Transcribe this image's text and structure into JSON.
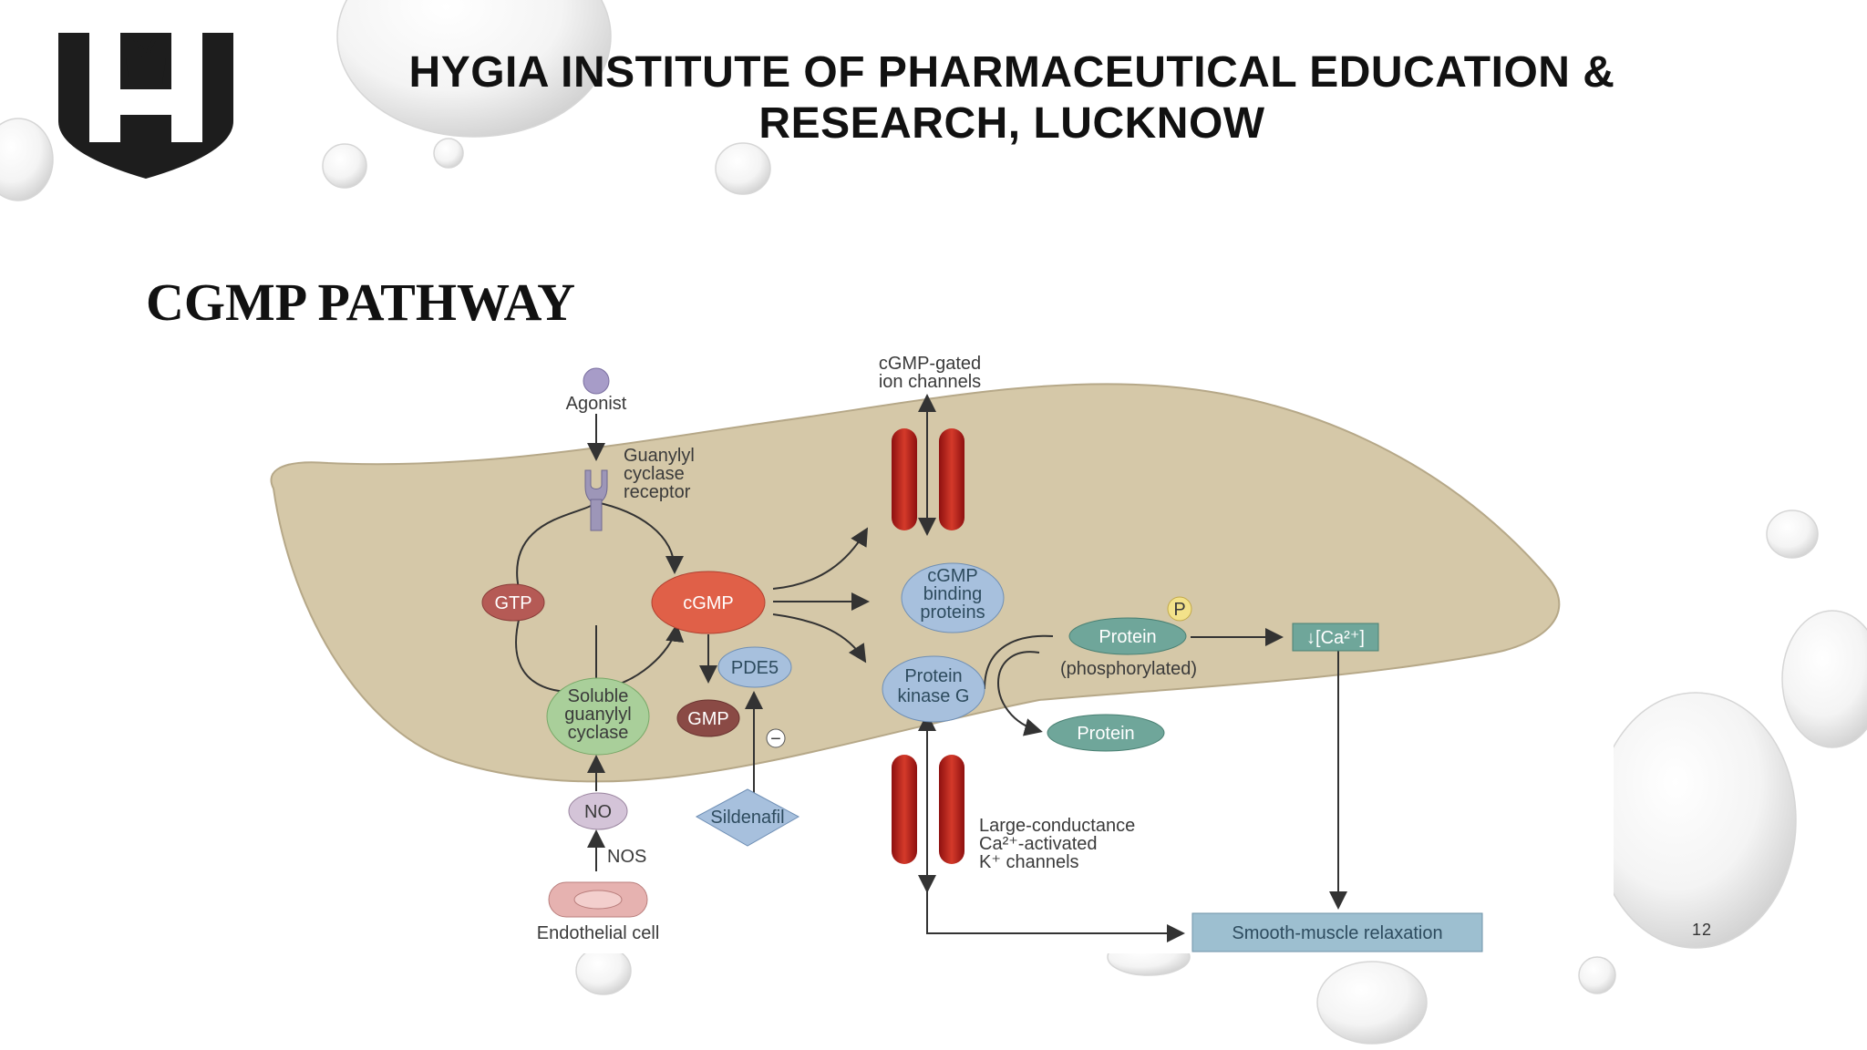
{
  "header": {
    "institute_line1": "HYGIA INSTITUTE OF PHARMACEUTICAL EDUCATION &",
    "institute_line2": "RESEARCH, LUCKNOW"
  },
  "slide": {
    "title": "CGMP PATHWAY",
    "page_number": "12"
  },
  "diagram": {
    "labels": {
      "agonist": "Agonist",
      "gc_receptor_1": "Guanylyl",
      "gc_receptor_2": "cyclase",
      "gc_receptor_3": "receptor",
      "gated_1": "cGMP-gated",
      "gated_2": "ion channels",
      "gtp": "GTP",
      "cgmp": "cGMP",
      "binding_1": "cGMP",
      "binding_2": "binding",
      "binding_3": "proteins",
      "pde5": "PDE5",
      "pkg_1": "Protein",
      "pkg_2": "kinase G",
      "protein_p": "Protein",
      "p_badge": "P",
      "phosphorylated": "(phosphorylated)",
      "protein": "Protein",
      "ca": "↓[Ca²⁺]",
      "sgc_1": "Soluble",
      "sgc_2": "guanylyl",
      "sgc_3": "cyclase",
      "gmp": "GMP",
      "minus": "−",
      "no": "NO",
      "nos": "NOS",
      "sildenafil": "Sildenafil",
      "endothelial": "Endothelial cell",
      "bk_1": "Large-conductance",
      "bk_2": "Ca²⁺-activated",
      "bk_3": "K⁺ channels",
      "relaxation": "Smooth-muscle relaxation"
    }
  }
}
